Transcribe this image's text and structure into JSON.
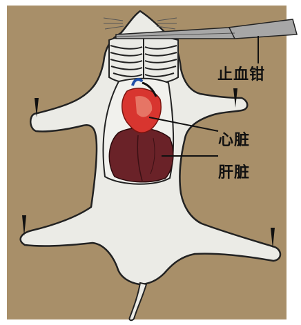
{
  "labels": {
    "hemostat": "止血钳",
    "heart": "心脏",
    "liver": "肝脏"
  },
  "colors": {
    "board": "#a88f69",
    "body": "#ebebe6",
    "outline": "#222222",
    "heart": "#d8352f",
    "liver": "#6a2228",
    "clamp": "#a7a7a7",
    "pin": "#111111"
  }
}
